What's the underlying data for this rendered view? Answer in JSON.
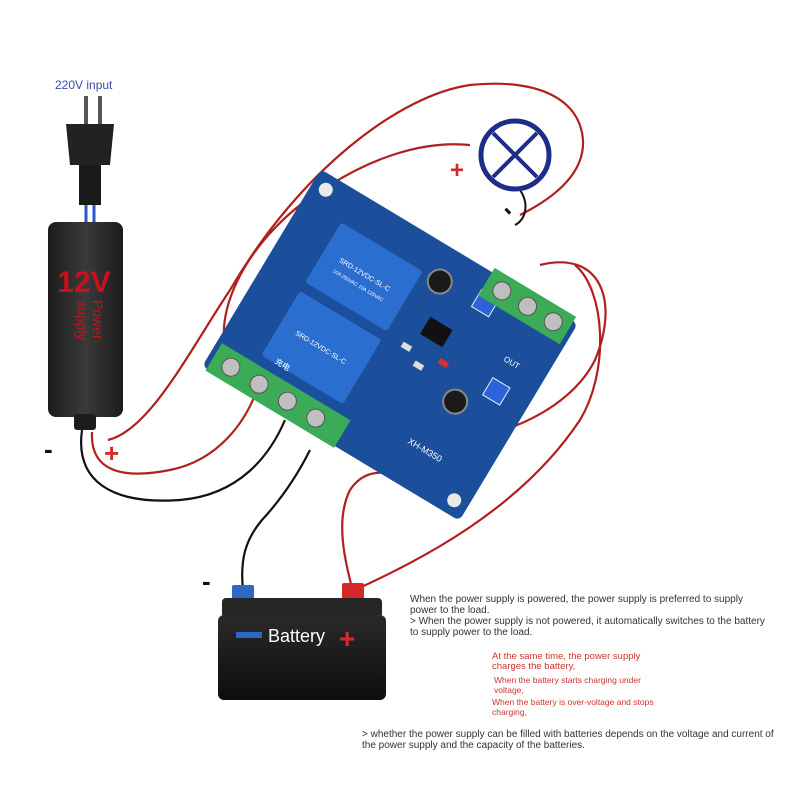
{
  "labels": {
    "input": "220V input",
    "adapter_voltage": "12V",
    "adapter_text_1": "Power",
    "adapter_text_2": "supply",
    "battery": "Battery",
    "minus": "-",
    "plus": "+",
    "board_mark": "XH-M350",
    "relay_text_1": "SRD-12VDC-SL-C",
    "relay_text_2": "10A 250VAC 10A 125VAC",
    "chinese_label": "充电",
    "board_corner": "OUT"
  },
  "notes": {
    "line1": "When the power supply is powered, the power supply is preferred to supply power to the load.",
    "line2": "> When the power supply is not powered, it automatically switches to the battery to supply power to the load.",
    "red1": "At the same time, the power supply charges the battery,",
    "red2": "When the battery starts charging under voltage,",
    "red3": "When the battery is over-voltage and stops charging,",
    "line3": "> whether the power supply can be filled with batteries depends on the voltage and current of the power supply and the capacity of the batteries."
  },
  "colors": {
    "wire_red": "#b11f1f",
    "wire_black": "#111111",
    "pcb": "#1b4f9c",
    "relay": "#2a6fd0",
    "terminal": "#3cab58",
    "adapter": "#2b2b2b",
    "adapter_text": "#c8111a",
    "battery": "#151515",
    "battery_label": "#ffffff",
    "lamp": "#1e2c8a"
  }
}
